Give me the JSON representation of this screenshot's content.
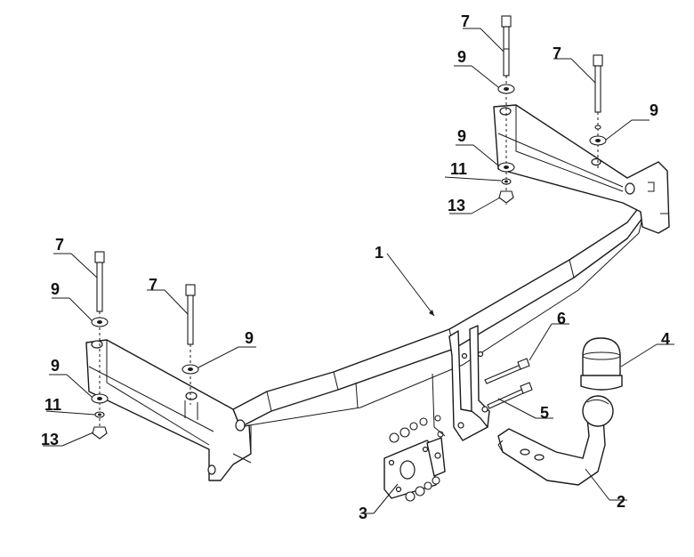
{
  "callouts": {
    "c1": "1",
    "c2": "2",
    "c3": "3",
    "c4": "4",
    "c5": "5",
    "c6": "6",
    "c7a": "7",
    "c7b": "7",
    "c7c": "7",
    "c7d": "7",
    "c9a": "9",
    "c9b": "9",
    "c9c": "9",
    "c9d": "9",
    "c9e": "9",
    "c9f": "9",
    "c11a": "11",
    "c11b": "11",
    "c13a": "13",
    "c13b": "13"
  },
  "colors": {
    "line": "#1a1a1a",
    "background": "#ffffff"
  }
}
